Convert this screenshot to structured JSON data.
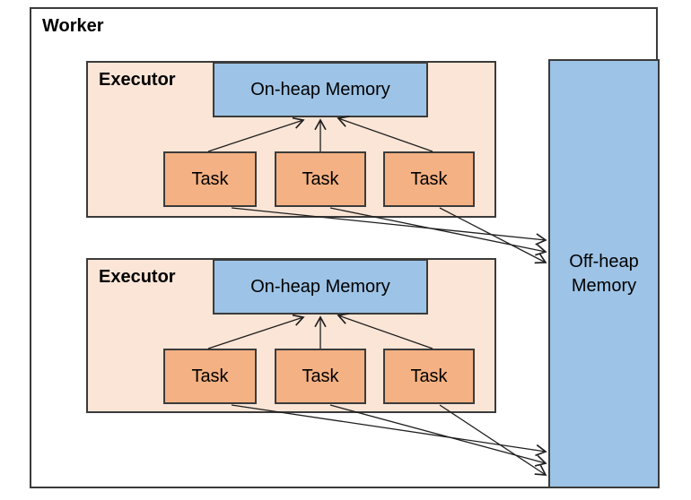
{
  "worker": {
    "label": "Worker"
  },
  "executors": [
    {
      "label": "Executor",
      "memory_label": "On-heap Memory",
      "tasks": [
        "Task",
        "Task",
        "Task"
      ]
    },
    {
      "label": "Executor",
      "memory_label": "On-heap Memory",
      "tasks": [
        "Task",
        "Task",
        "Task"
      ]
    }
  ],
  "offheap": {
    "label": "Off-heap Memory"
  },
  "colors": {
    "executor_fill": "#fbe5d6",
    "task_fill": "#f4b183",
    "memory_fill": "#9dc3e6",
    "border": "#3b3b3b",
    "arrow": "#1f1f1f"
  }
}
